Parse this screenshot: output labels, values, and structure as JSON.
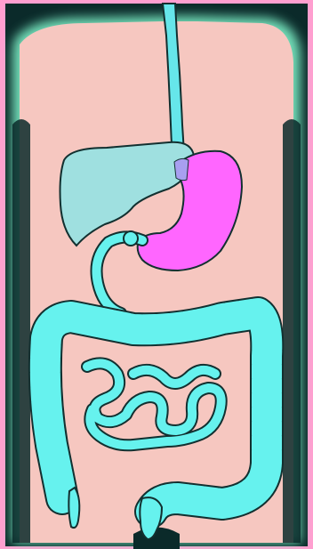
{
  "illustration": {
    "subject": "digestive-system",
    "colors": {
      "outer_border": "#ff9fd0",
      "dark_frame": "#0b2a2a",
      "glow": "#7ef2c8",
      "body_skin": "#f6c7c0",
      "esophagus": "#66e6ea",
      "liver": "#9fe0e0",
      "stomach": "#ff66ff",
      "stomach_overlap": "#a89ff0",
      "intestine": "#66f2ee",
      "outline": "#123030"
    },
    "organs": [
      "esophagus",
      "liver",
      "stomach",
      "duodenum",
      "large-intestine",
      "small-intestine",
      "rectum",
      "appendix"
    ]
  }
}
